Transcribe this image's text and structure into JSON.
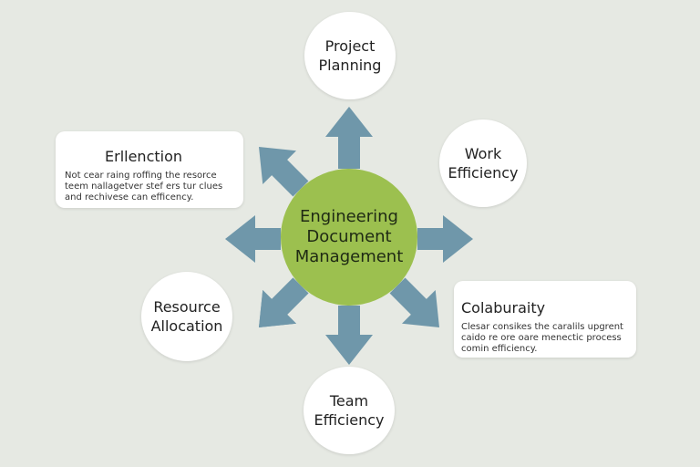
{
  "center": {
    "label": "Engineering\nDocument\nManagement",
    "color": "#9cc04f"
  },
  "arrow_color": "#6f97aa",
  "nodes": {
    "project_planning": "Project\nPlanning",
    "work_efficiency": "Work\nEfficiency",
    "resource_allocation": "Resource\nAllocation",
    "team_efficiency": "Team\nEfficiency"
  },
  "cards": {
    "erllenction": {
      "title": "Erllenction",
      "text": "Not cear raing roffing the resorce\nteem nallagetver stef ers tur clues\nand rechivese can efficency."
    },
    "colaburaity": {
      "title": "Colaburaity",
      "text": "Clesar consikes the caralils upgrent\ncaido re ore oare menectic process\ncomin efficiency."
    }
  }
}
